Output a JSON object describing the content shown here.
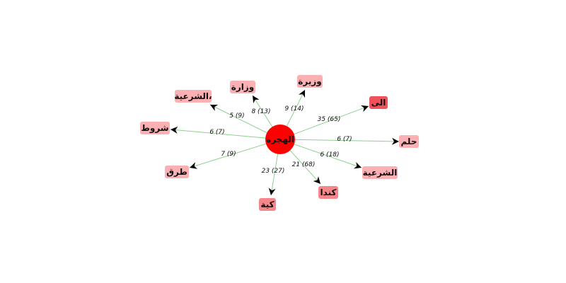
{
  "center": {
    "label": "الهجرة",
    "color": "#ff0000"
  },
  "edges": [
    {
      "target": "الى",
      "label": "35 (65)",
      "color": "#f0525a"
    },
    {
      "target": "حلم",
      "label": "6 (7)",
      "color": "#fbb0b3"
    },
    {
      "target": "الشرعية",
      "label": "6 (18)",
      "color": "#fbb0b3"
    },
    {
      "target": "كندا",
      "label": "21 (68)",
      "color": "#f5868a"
    },
    {
      "target": "كية",
      "label": "23 (27)",
      "color": "#f5868a"
    },
    {
      "target": "طرق",
      "label": "7 (9)",
      "color": "#fbb0b3"
    },
    {
      "target": "شروط",
      "label": "6 (7)",
      "color": "#fbb0b3"
    },
    {
      "target": "الشرعية،",
      "label": "5 (9)",
      "color": "#fbb0b3"
    },
    {
      "target": "وزارة",
      "label": "8 (13)",
      "color": "#fbb0b3"
    },
    {
      "target": "وزيرة",
      "label": "9 (14)",
      "color": "#fbb0b3"
    }
  ]
}
